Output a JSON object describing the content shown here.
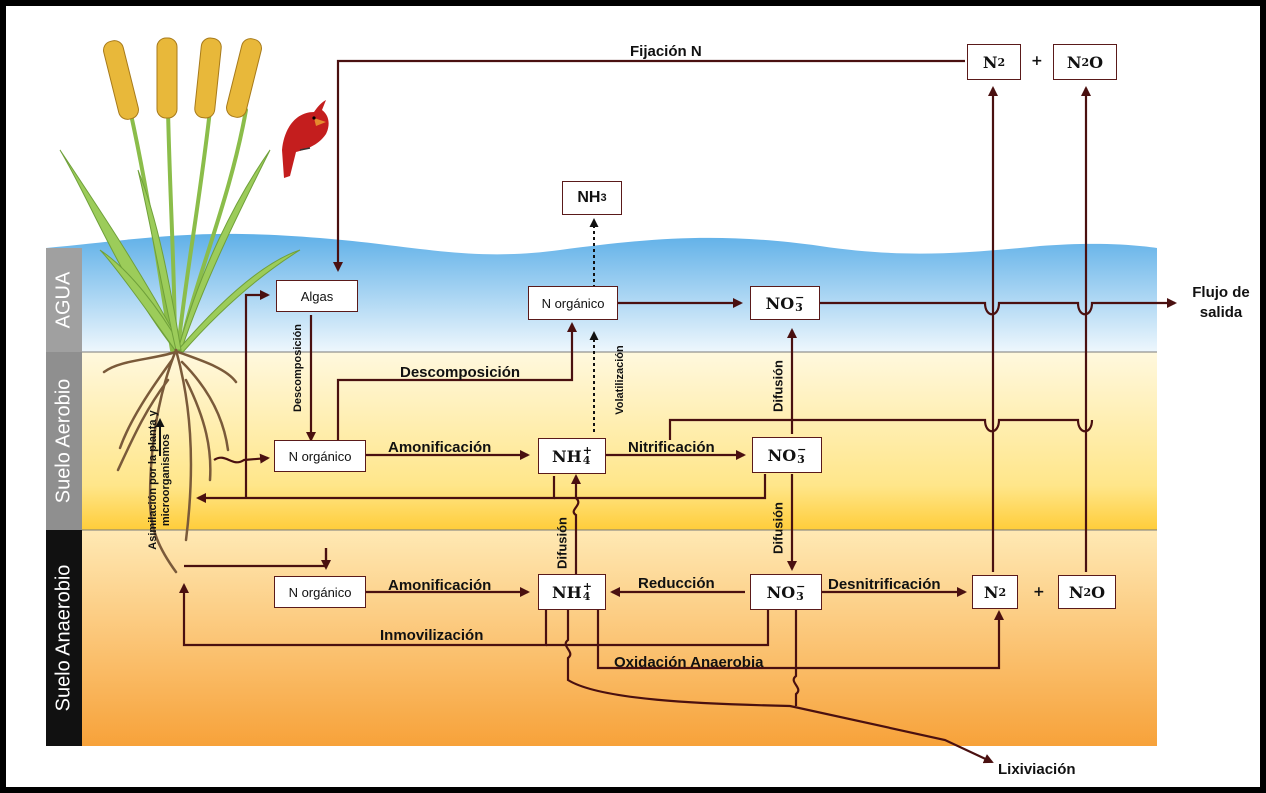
{
  "zones": {
    "water": "AGUA",
    "aerobic": "Suelo Aerobio",
    "anaerobic": "Suelo Anaerobio"
  },
  "boxes": {
    "algas": "Algas",
    "n_organico_water": "N orgánico",
    "n_organico_aerobic": "N orgánico",
    "n_organico_anaerobic": "N orgánico"
  },
  "chemicals": {
    "nh3": {
      "base": "NH",
      "sub": "3"
    },
    "no3": {
      "base": "NO",
      "sub": "3",
      "sup": "−"
    },
    "nh4": {
      "base": "NH",
      "sub": "4",
      "sup": "+"
    },
    "n2": {
      "base": "N",
      "sub": "2"
    },
    "n2o": {
      "base": "N",
      "sub": "2",
      "tail": "O"
    },
    "plus": "+"
  },
  "process_labels": {
    "fijacion": "Fijación N",
    "flujo_salida": "Flujo de salida",
    "descomposicion_vertical": "Descomposición",
    "descomposicion": "Descomposición",
    "volatilizacion": "Volatilización",
    "difusion_water": "Difusión",
    "amonificacion_aerobic": "Amonificación",
    "nitrificacion": "Nitrificación",
    "difusion_nh4": "Difusión",
    "difusion_no3": "Difusión",
    "amonificacion_anaerobic": "Amonificación",
    "reduccion": "Reducción",
    "desnitrificacion": "Desnitrificación",
    "inmovilizacion": "Inmovilización",
    "oxidacion_anaerobia": "Oxidación Anaerobia",
    "lixiviacion": "Lixiviación",
    "asimilacion": "Asimilación por la planta y microorganismos"
  },
  "colors": {
    "arrow": "#4a1010",
    "water_top": "#6fb6e8",
    "water_bottom": "#e8f4fc",
    "aerobic_top": "#fff6d6",
    "aerobic_bottom": "#ffd24a",
    "anaerobic_top": "#ffe3a8",
    "anaerobic_bottom": "#f8a53c",
    "zone_label_water": "#9a9a9a",
    "zone_label_aerobic": "#8c8c8c",
    "zone_label_anaerobic": "#111111"
  }
}
